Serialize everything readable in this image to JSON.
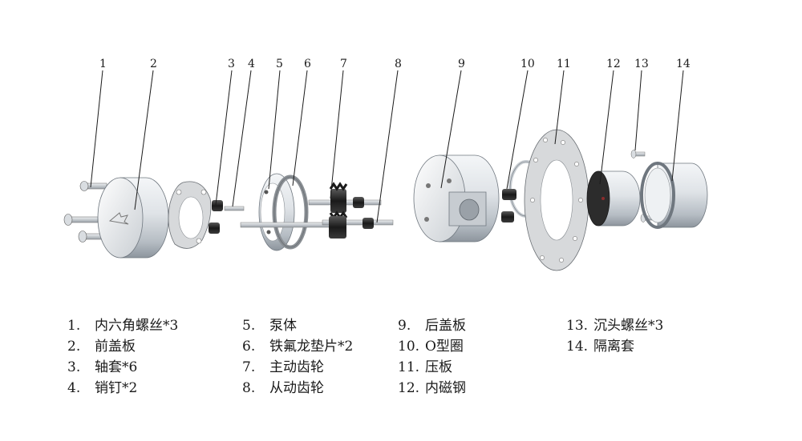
{
  "callouts": [
    "1",
    "2",
    "3",
    "4",
    "5",
    "6",
    "7",
    "8",
    "9",
    "10",
    "11",
    "12",
    "13",
    "14"
  ],
  "legend": {
    "col1": [
      {
        "num": "1.",
        "text": "内六角螺丝*3"
      },
      {
        "num": "2.",
        "text": "前盖板"
      },
      {
        "num": "3.",
        "text": "轴套*6"
      },
      {
        "num": "4.",
        "text": "销钉*2"
      }
    ],
    "col2": [
      {
        "num": "5.",
        "text": "泵体"
      },
      {
        "num": "6.",
        "text": "铁氟龙垫片*2"
      },
      {
        "num": "7.",
        "text": "主动齿轮"
      },
      {
        "num": "8.",
        "text": "从动齿轮"
      }
    ],
    "col3": [
      {
        "num": "9.",
        "text": "后盖板"
      },
      {
        "num": "10.",
        "text": "O型圈"
      },
      {
        "num": "11.",
        "text": "压板"
      },
      {
        "num": "12.",
        "text": "内磁钢"
      }
    ],
    "col4": [
      {
        "num": "13.",
        "text": "沉头螺丝*3"
      },
      {
        "num": "14.",
        "text": "隔离套"
      }
    ]
  },
  "colors": {
    "metal_light": "#eceff2",
    "metal_mid": "#b9c0c7",
    "metal_dark": "#7d858d",
    "black_part": "#1c1c1c",
    "gasket": "#d7d9db",
    "line": "#1a1a1a"
  }
}
